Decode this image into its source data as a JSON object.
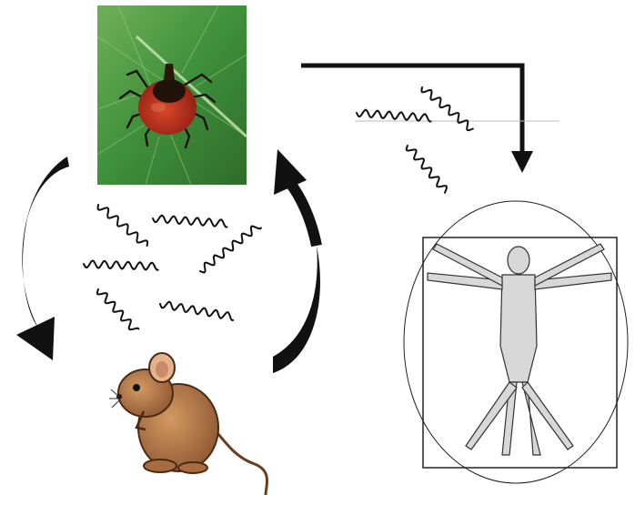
{
  "diagram": {
    "nodes": [
      {
        "id": "tick",
        "icon": "tick-on-leaf-photo"
      },
      {
        "id": "mouse",
        "icon": "mouse-illustration"
      },
      {
        "id": "human",
        "icon": "vitruvian-man-drawing"
      }
    ],
    "edges": [
      {
        "from": "tick",
        "to": "mouse",
        "style": "curved-arrow"
      },
      {
        "from": "mouse",
        "to": "tick",
        "style": "curved-arrow"
      },
      {
        "from": "tick",
        "to": "human",
        "style": "right-angle-arrow"
      }
    ],
    "bacteria_icon": "spirochete-bacteria",
    "colors": {
      "leaf": "#3f8f3a",
      "tick_body": "#b8321e",
      "mouse_fur": "#b6794a",
      "ink": "#111111"
    }
  }
}
